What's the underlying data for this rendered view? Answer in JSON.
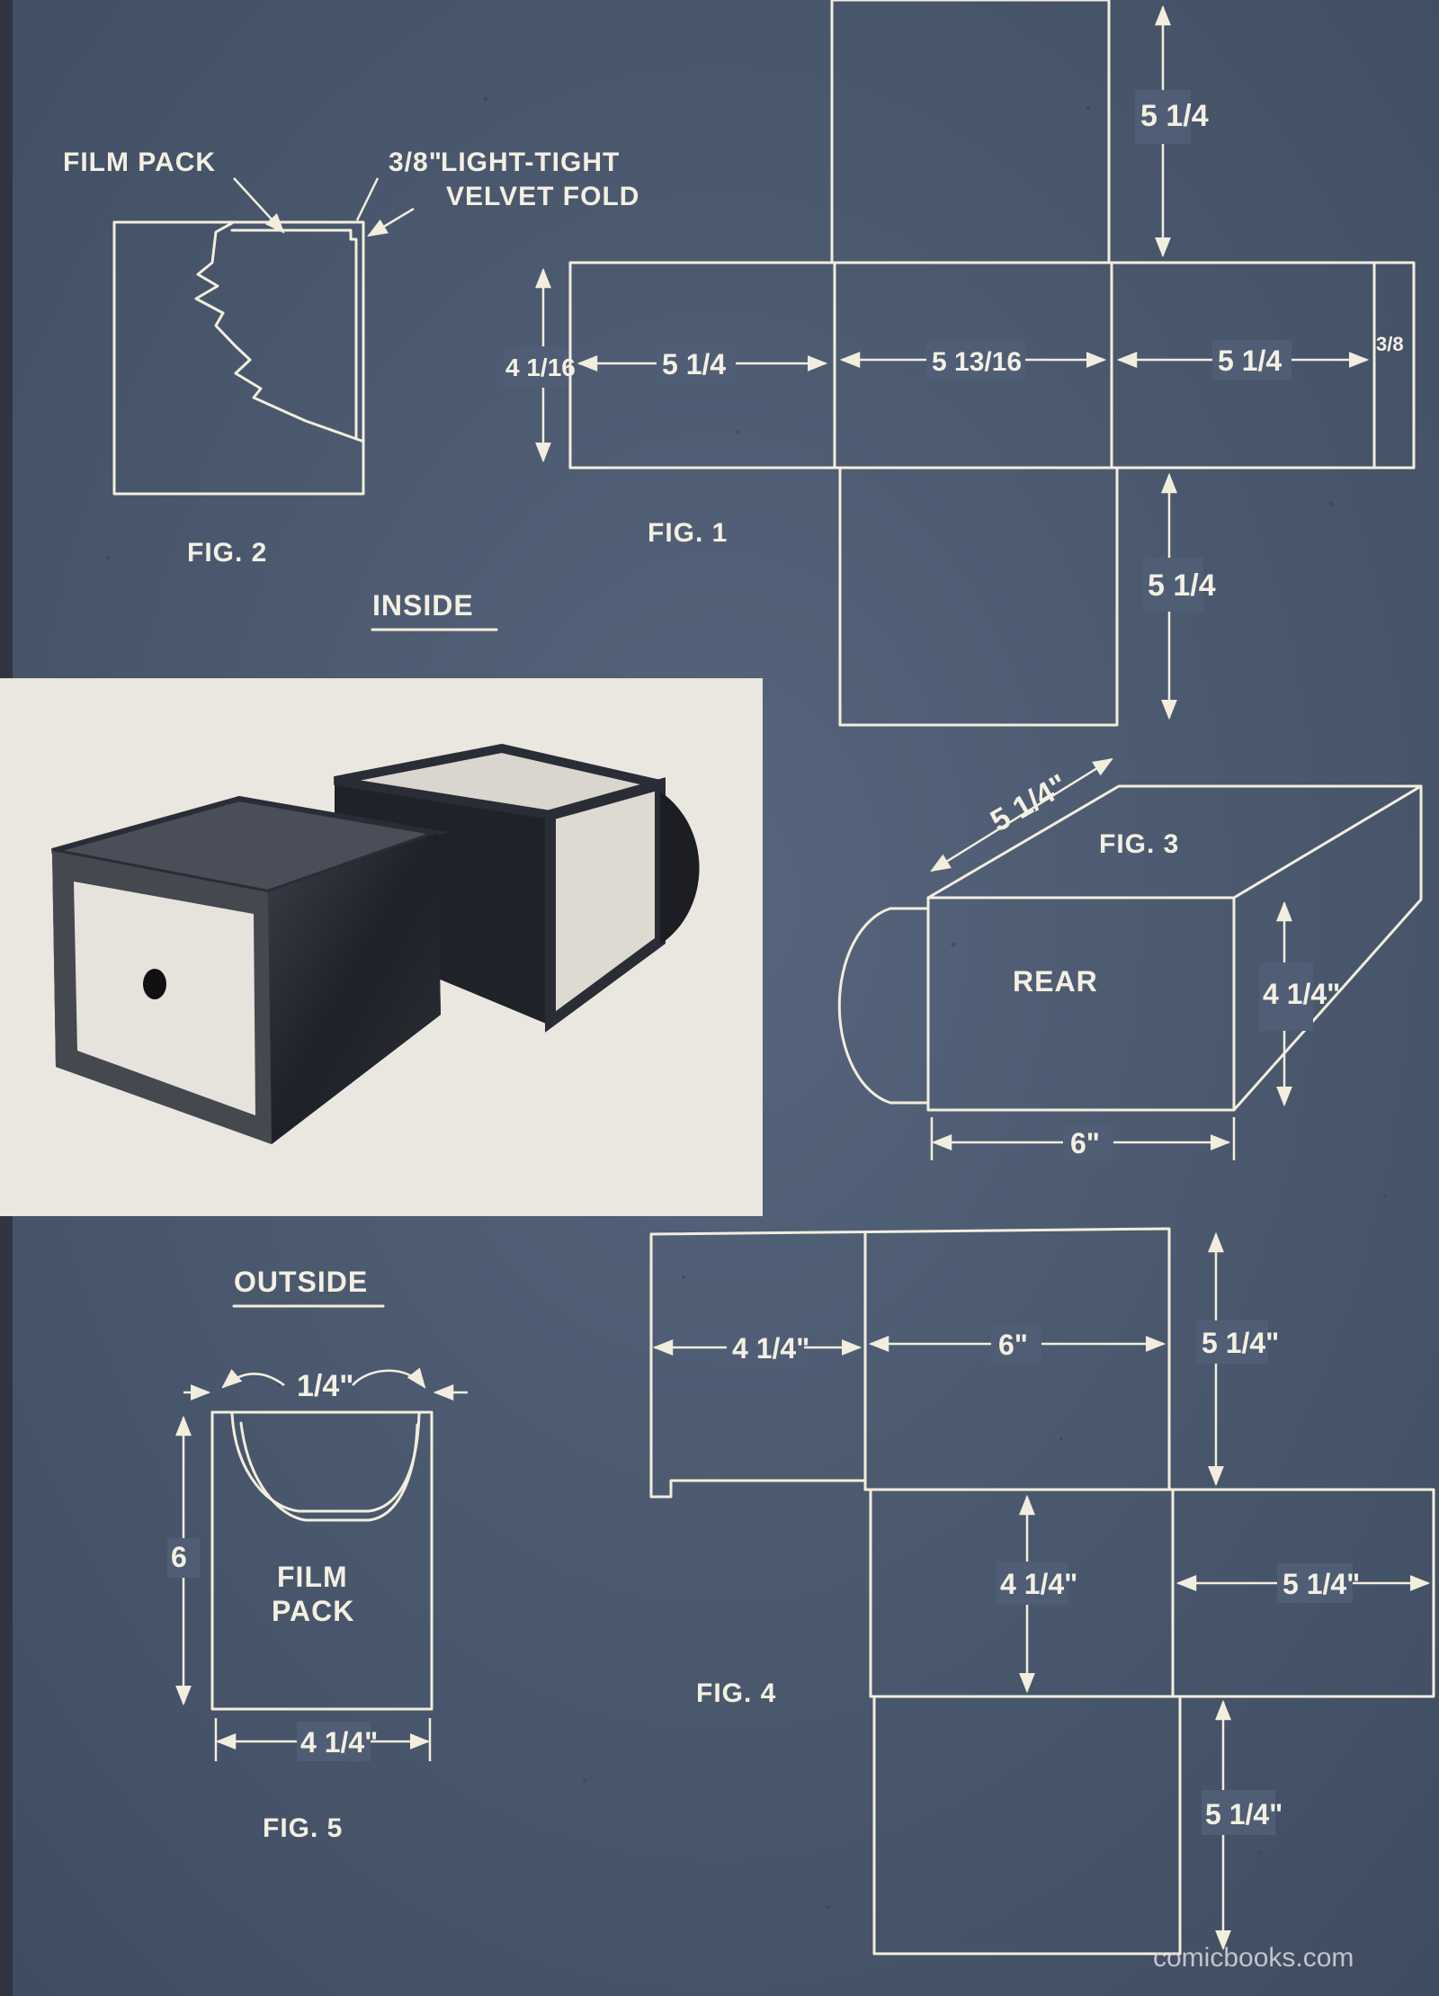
{
  "labels": {
    "inside": "INSIDE",
    "outside": "OUTSIDE",
    "fig1": "FIG. 1",
    "fig2": "FIG. 2",
    "fig3": "FIG. 3",
    "fig4": "FIG. 4",
    "fig5": "FIG. 5",
    "rear": "REAR",
    "film_pack_line1": "FILM",
    "film_pack_line2": "PACK",
    "watermark": "comicbooks.com"
  },
  "fig2": {
    "film_pack": "FILM PACK",
    "velvet_fraction": "3/8\"",
    "velvet_line1": "LIGHT-TIGHT",
    "velvet_line2": "VELVET FOLD"
  },
  "fig1": {
    "top_flap": "5 1/4",
    "bottom_flap": "5 1/4",
    "height": "4 1/16",
    "panel_a": "5 1/4",
    "panel_b": "5 13/16",
    "panel_c": "5 1/4",
    "tab": "3/8"
  },
  "fig3": {
    "depth": "5 1/4\"",
    "height": "4 1/4\"",
    "width": "6\""
  },
  "fig4": {
    "left_panel": "4 1/4\"",
    "middle_panel": "6\"",
    "top_height": "5 1/4\"",
    "center_height": "4 1/4\"",
    "right_panel": "5 1/4\"",
    "bottom_height": "5 1/4\""
  },
  "fig5": {
    "top": "1/4\"",
    "side": "6",
    "bottom": "4 1/4\""
  },
  "colors": {
    "background": "#4b5a70",
    "lines": "#f1eedd",
    "photo_background": "#e9e7e0",
    "box_dark": "#2a2d35"
  }
}
